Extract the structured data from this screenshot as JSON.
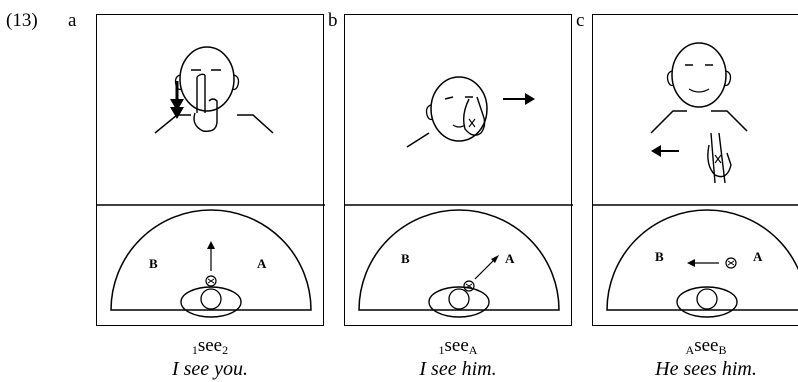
{
  "example_number": "(13)",
  "panels": [
    {
      "letter": "a",
      "plan": {
        "label_left": "B",
        "label_right": "A"
      },
      "gloss": {
        "pre": "1",
        "word": "see",
        "post": "2"
      },
      "translation": "I see you."
    },
    {
      "letter": "b",
      "plan": {
        "label_left": "B",
        "label_right": "A"
      },
      "gloss": {
        "pre": "1",
        "word": "see",
        "post": "A"
      },
      "translation": "I see him."
    },
    {
      "letter": "c",
      "plan": {
        "label_left": "B",
        "label_right": "A"
      },
      "gloss": {
        "pre": "A",
        "word": "see",
        "post": "B"
      },
      "translation": "He sees him."
    }
  ]
}
